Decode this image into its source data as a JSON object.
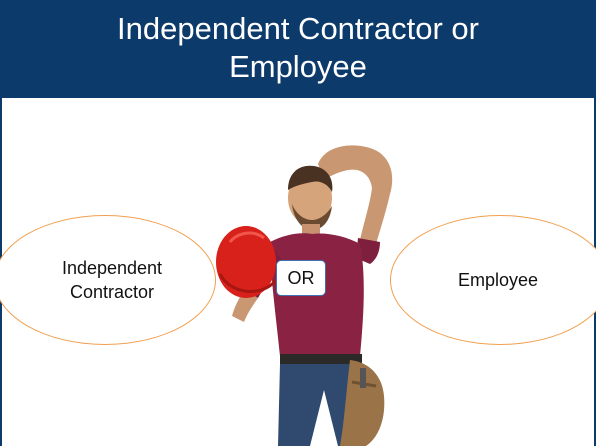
{
  "slide": {
    "title": "Independent Contractor or Employee",
    "option_left": "Independent Contractor",
    "or_label": "OR",
    "option_right": "Employee"
  },
  "colors": {
    "title_bar": "#0c3a6a",
    "bubble_outline": "#f0a050",
    "or_box_outline": "#3f72af",
    "helmet": "#d8211b",
    "shirt": "#8a2244"
  },
  "icons": {
    "photo": "worker-with-hard-hat-illustration"
  }
}
